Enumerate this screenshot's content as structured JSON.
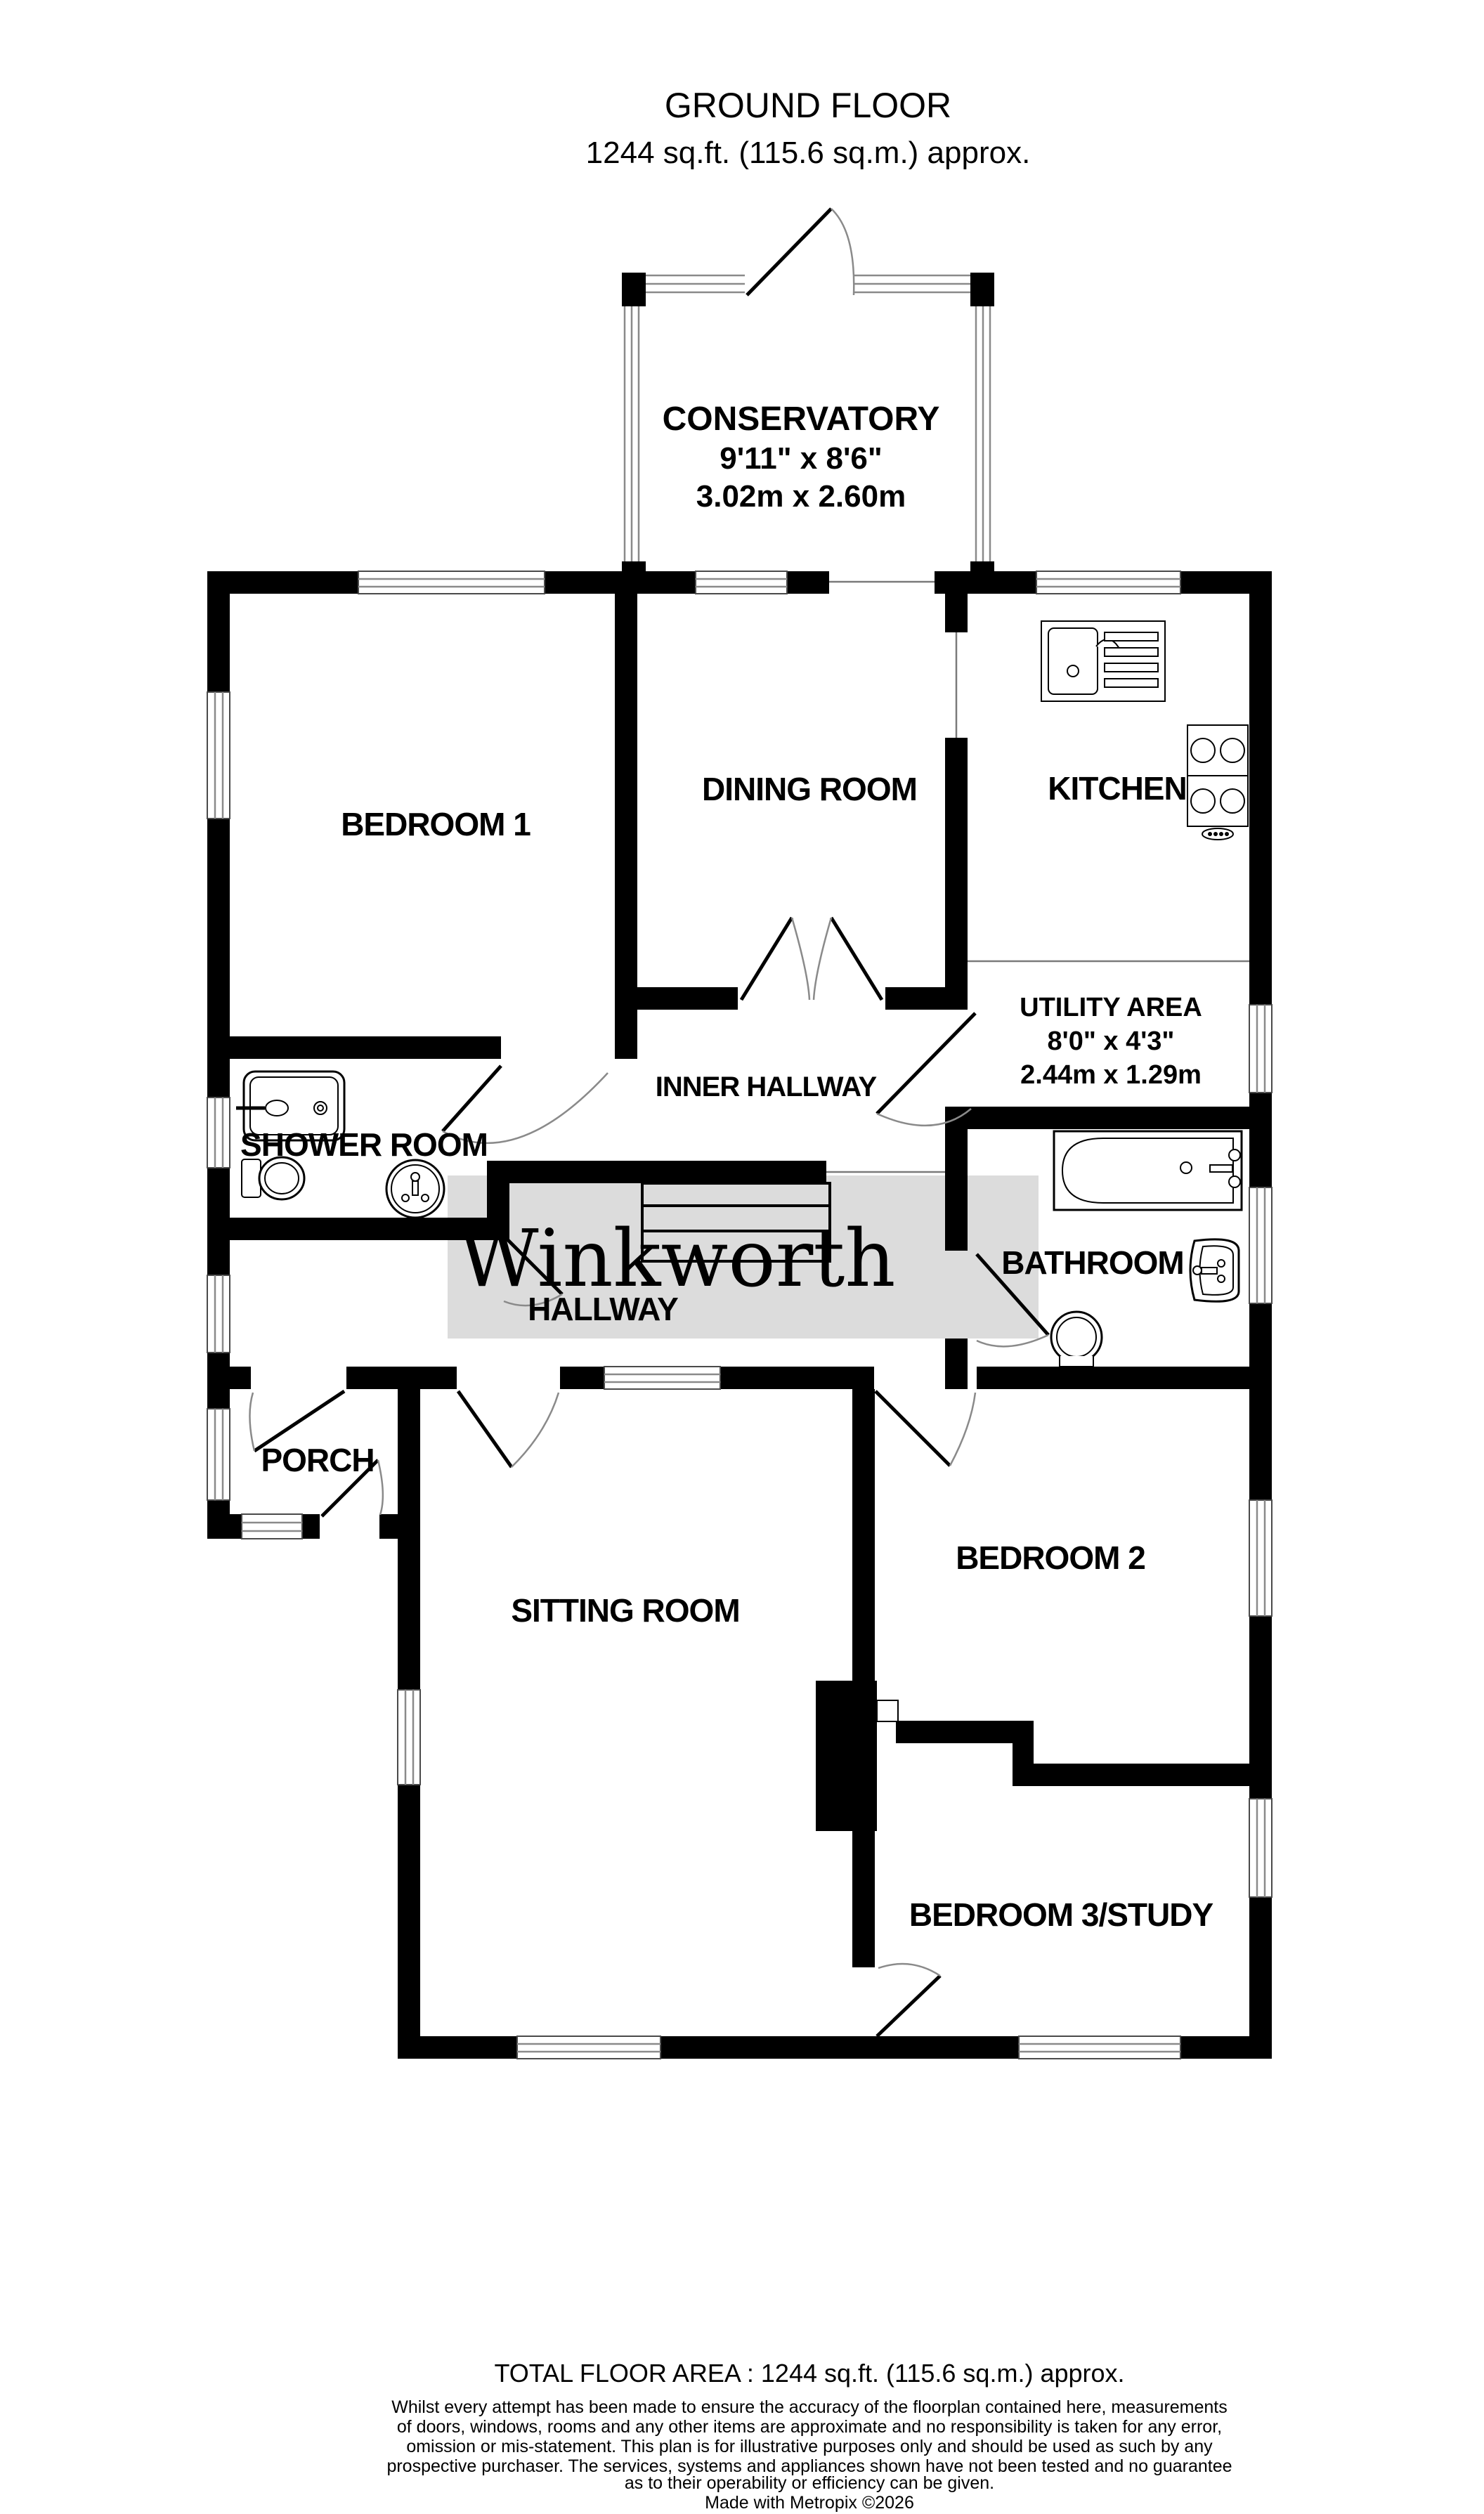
{
  "title": {
    "line1": "GROUND FLOOR",
    "line2": "1244 sq.ft. (115.6 sq.m.) approx."
  },
  "rooms": {
    "conservatory": {
      "label": "CONSERVATORY",
      "dims_imperial": "9'11\" x 8'6\"",
      "dims_metric": "3.02m x 2.60m"
    },
    "bedroom1": {
      "label": "BEDROOM 1"
    },
    "dining": {
      "label": "DINING ROOM"
    },
    "kitchen": {
      "label": "KITCHEN"
    },
    "utility": {
      "label": "UTILITY AREA",
      "dims_imperial": "8'0\" x 4'3\"",
      "dims_metric": "2.44m x 1.29m"
    },
    "inner_hallway": {
      "label": "INNER HALLWAY"
    },
    "shower_room": {
      "label": "SHOWER ROOM"
    },
    "hallway": {
      "label": "HALLWAY"
    },
    "bathroom": {
      "label": "BATHROOM"
    },
    "porch": {
      "label": "PORCH"
    },
    "sitting_room": {
      "label": "SITTING ROOM"
    },
    "bedroom2": {
      "label": "BEDROOM 2"
    },
    "bedroom3": {
      "label": "BEDROOM 3/STUDY"
    }
  },
  "watermark": {
    "text": "Winkworth",
    "band_color": "#dcdcdc",
    "text_color": "#ffffff"
  },
  "footer": {
    "total": "TOTAL FLOOR AREA : 1244 sq.ft. (115.6 sq.m.) approx.",
    "disclaimer_lines": [
      "Whilst every attempt has been made to ensure the accuracy of the floorplan contained here, measurements",
      "of doors, windows, rooms and any other items are approximate and no responsibility is taken for any error,",
      "omission or mis-statement. This plan is for illustrative purposes only and should be used as such by any",
      "prospective purchaser. The services, systems and appliances shown have not been tested and no guarantee",
      "as to their operability or efficiency can be given."
    ],
    "credit": "Made with Metropix ©2026"
  },
  "colors": {
    "wall": "#000000",
    "background": "#ffffff",
    "door_arc": "#8a8a8a"
  }
}
